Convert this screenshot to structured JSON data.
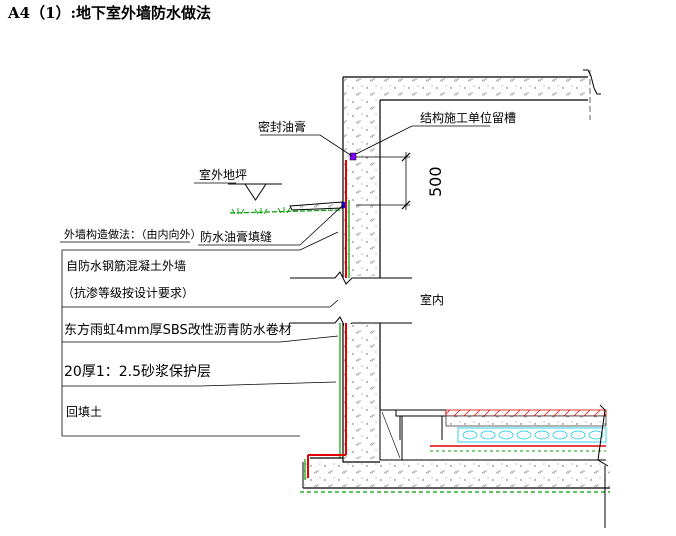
{
  "title": "A4（1）:地下室外墙防水做法",
  "labels": {
    "sealant": "密封油膏",
    "groove": "结构施工单位留槽",
    "ground": "室外地坪",
    "dimension": "500",
    "wall_method": "外墙构造做法：（由内向外）",
    "asphalt_fill": "防水油膏填缝",
    "interior": "室内"
  },
  "layers": [
    {
      "lines": [
        "自防水钢筋混凝土外墙",
        "（抗渗等级按设计要求）"
      ]
    },
    {
      "lines": [
        "东方雨虹4mm厚SBS改性沥青防水卷材"
      ]
    },
    {
      "lines": [
        "20厚1：2.5砂浆保护层"
      ]
    },
    {
      "lines": [
        "回填土"
      ]
    }
  ],
  "colors": {
    "line": "#000000",
    "membrane": "#e00000",
    "soil": "#00a000",
    "insulation": "#00c8e6",
    "marker": "#0000ff"
  }
}
